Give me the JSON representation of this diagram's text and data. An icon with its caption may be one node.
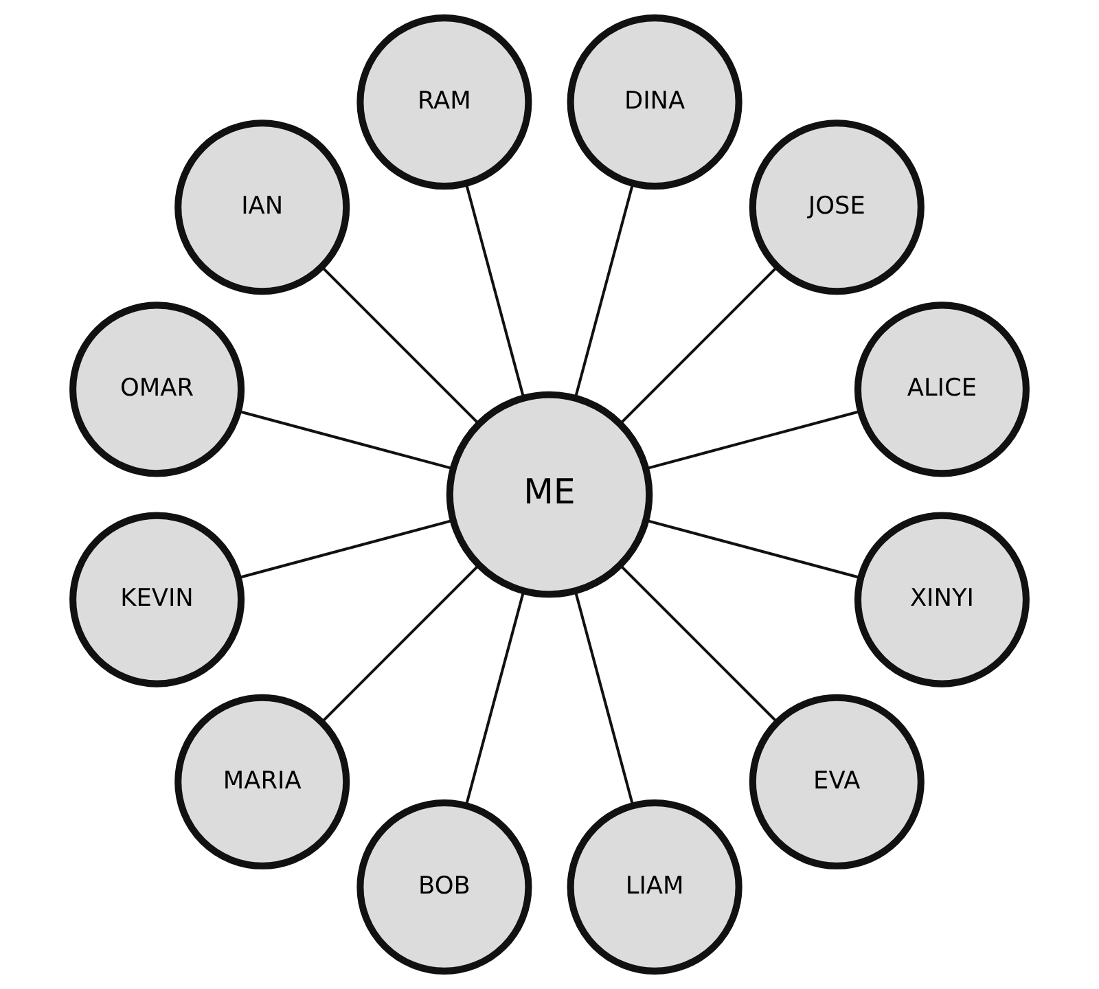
{
  "diagram": {
    "nodes": [
      {
        "text": [
          "ME"
        ]
      },
      {
        "text": [
          "ALICE"
        ]
      },
      {
        "text": [
          "JOSE"
        ]
      },
      {
        "text": [
          "DINA"
        ]
      },
      {
        "text": [
          "RAM"
        ]
      },
      {
        "text": [
          "IAN"
        ]
      },
      {
        "text": [
          "OMAR"
        ]
      },
      {
        "text": [
          "KEVIN"
        ]
      },
      {
        "text": [
          "MARIA"
        ]
      },
      {
        "text": [
          "BOB"
        ]
      },
      {
        "text": [
          "LIAM"
        ]
      },
      {
        "text": [
          "EVA"
        ]
      },
      {
        "text": [
          "XINYI"
        ]
      }
    ],
    "edges": [
      {
        "from": 0,
        "to": 1,
        "arrow": "none"
      },
      {
        "from": 0,
        "to": 3,
        "arrow": "none"
      },
      {
        "from": 0,
        "to": 4,
        "arrow": "none"
      },
      {
        "from": 0,
        "to": 6,
        "arrow": "none"
      },
      {
        "from": 0,
        "to": 8,
        "arrow": "none"
      },
      {
        "from": 0,
        "to": 9,
        "arrow": "none"
      },
      {
        "from": 0,
        "to": 12,
        "arrow": "none"
      },
      {
        "from": 0,
        "to": 11,
        "arrow": "none"
      },
      {
        "from": 0,
        "to": 10,
        "arrow": "none"
      },
      {
        "from": 0,
        "to": 7,
        "arrow": "none"
      },
      {
        "from": 0,
        "to": 5,
        "arrow": "none"
      },
      {
        "from": 0,
        "to": 2,
        "arrow": "none"
      }
    ]
  }
}
